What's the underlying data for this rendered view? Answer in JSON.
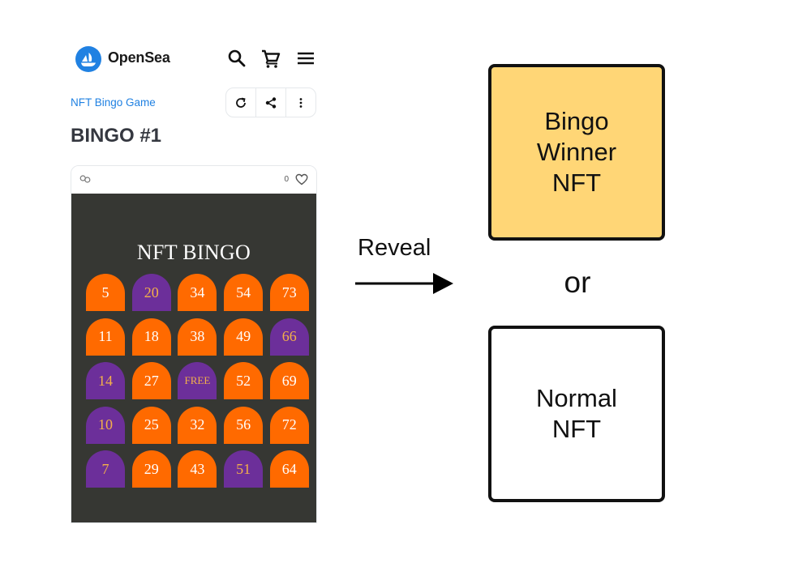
{
  "header": {
    "brand": "OpenSea",
    "icons": [
      "search-icon",
      "cart-icon",
      "menu-icon"
    ]
  },
  "item": {
    "collection": "NFT Bingo Game",
    "title": "BINGO #1",
    "actions": [
      "refresh-icon",
      "share-icon",
      "more-icon"
    ],
    "like_count": "0"
  },
  "artwork": {
    "title": "NFT BINGO",
    "colors": {
      "background": "#363733",
      "orange": "#ff6a00",
      "purple": "#6c2f9a",
      "purple_text": "#f3b04a",
      "orange_text": "#ffffff"
    },
    "cells": [
      {
        "label": "5",
        "color": "orange"
      },
      {
        "label": "20",
        "color": "purple"
      },
      {
        "label": "34",
        "color": "orange"
      },
      {
        "label": "54",
        "color": "orange"
      },
      {
        "label": "73",
        "color": "orange"
      },
      {
        "label": "11",
        "color": "orange"
      },
      {
        "label": "18",
        "color": "orange"
      },
      {
        "label": "38",
        "color": "orange"
      },
      {
        "label": "49",
        "color": "orange"
      },
      {
        "label": "66",
        "color": "purple"
      },
      {
        "label": "14",
        "color": "purple"
      },
      {
        "label": "27",
        "color": "orange"
      },
      {
        "label": "FREE",
        "color": "purple"
      },
      {
        "label": "52",
        "color": "orange"
      },
      {
        "label": "69",
        "color": "orange"
      },
      {
        "label": "10",
        "color": "purple"
      },
      {
        "label": "25",
        "color": "orange"
      },
      {
        "label": "32",
        "color": "orange"
      },
      {
        "label": "56",
        "color": "orange"
      },
      {
        "label": "72",
        "color": "orange"
      },
      {
        "label": "7",
        "color": "purple"
      },
      {
        "label": "29",
        "color": "orange"
      },
      {
        "label": "43",
        "color": "orange"
      },
      {
        "label": "51",
        "color": "purple"
      },
      {
        "label": "64",
        "color": "orange"
      }
    ]
  },
  "diagram": {
    "arrow_label": "Reveal",
    "winner_box": {
      "lines": [
        "Bingo",
        "Winner",
        "NFT"
      ],
      "fill": "#ffd676"
    },
    "separator": "or",
    "normal_box": {
      "lines": [
        "Normal",
        "NFT"
      ],
      "fill": "#ffffff"
    }
  }
}
